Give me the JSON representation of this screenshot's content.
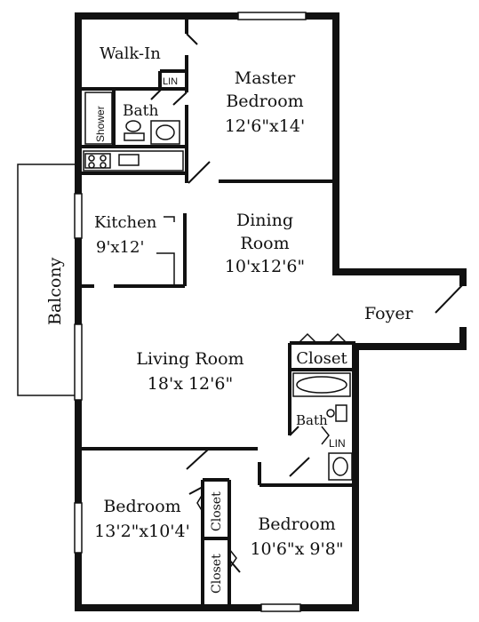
{
  "rooms": {
    "walk_in": "Walk-In",
    "lin_top": "LIN",
    "master_name": "Master",
    "master_name2": "Bedroom",
    "master_size": "12'6\"x14'",
    "shower": "Shower",
    "bath_top": "Bath",
    "kitchen_name": "Kitchen",
    "kitchen_size": "9'x12'",
    "dining_name": "Dining",
    "dining_name2": "Room",
    "dining_size": "10'x12'6\"",
    "balcony": "Balcony",
    "foyer": "Foyer",
    "living_name": "Living Room",
    "living_size": "18'x 12'6\"",
    "closet_main": "Closet",
    "bath_lower": "Bath",
    "lin_lower": "LIN",
    "bedroom_left_name": "Bedroom",
    "bedroom_left_size": "13'2\"x10'4'",
    "closet_left": "Closet",
    "closet_right": "Closet",
    "bedroom_right_name": "Bedroom",
    "bedroom_right_size": "10'6\"x 9'8\""
  },
  "colors": {
    "wall": "#111111",
    "background": "#ffffff"
  }
}
